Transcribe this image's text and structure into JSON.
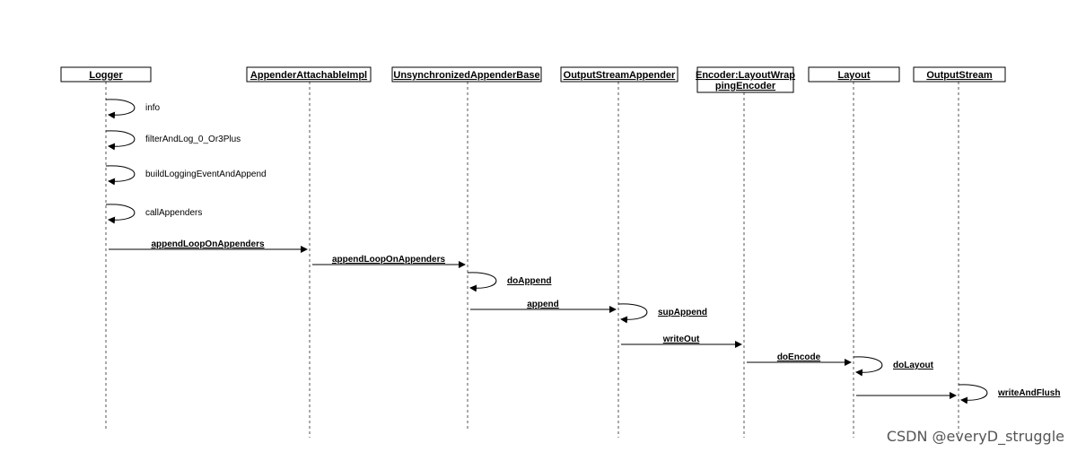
{
  "lifelines": [
    {
      "id": "logger",
      "label": "Logger"
    },
    {
      "id": "aai",
      "label": "AppenderAttachableImpl"
    },
    {
      "id": "uab",
      "label": "UnsynchronizedAppenderBase"
    },
    {
      "id": "osa",
      "label": "OutputStreamAppender"
    },
    {
      "id": "enc",
      "label": "Encoder:LayoutWrap",
      "label2": "pingEncoder"
    },
    {
      "id": "layout",
      "label": "Layout"
    },
    {
      "id": "os",
      "label": "OutputStream"
    }
  ],
  "messages": [
    {
      "kind": "self",
      "on": "logger",
      "label": "info",
      "bold": false
    },
    {
      "kind": "self",
      "on": "logger",
      "label": "filterAndLog_0_Or3Plus",
      "bold": false
    },
    {
      "kind": "self",
      "on": "logger",
      "label": "buildLoggingEventAndAppend",
      "bold": false
    },
    {
      "kind": "self",
      "on": "logger",
      "label": "callAppenders",
      "bold": false
    },
    {
      "kind": "call",
      "from": "logger",
      "to": "aai",
      "label": "appendLoopOnAppenders",
      "bold": true
    },
    {
      "kind": "call",
      "from": "aai",
      "to": "uab",
      "label": "appendLoopOnAppenders",
      "bold": true
    },
    {
      "kind": "self",
      "on": "uab",
      "label": "doAppend",
      "bold": true
    },
    {
      "kind": "call",
      "from": "uab",
      "to": "osa",
      "label": "append",
      "bold": true
    },
    {
      "kind": "self",
      "on": "osa",
      "label": "supAppend",
      "bold": true
    },
    {
      "kind": "call",
      "from": "osa",
      "to": "enc",
      "label": "writeOut",
      "bold": true
    },
    {
      "kind": "call",
      "from": "enc",
      "to": "layout",
      "label": "doEncode",
      "bold": true
    },
    {
      "kind": "self",
      "on": "layout",
      "label": "doLayout",
      "bold": true
    },
    {
      "kind": "call",
      "from": "layout",
      "to": "os",
      "label": "",
      "bold": false
    },
    {
      "kind": "self",
      "on": "os",
      "label": "writeAndFlush",
      "bold": true
    }
  ],
  "watermark": "CSDN @everyD_struggle"
}
